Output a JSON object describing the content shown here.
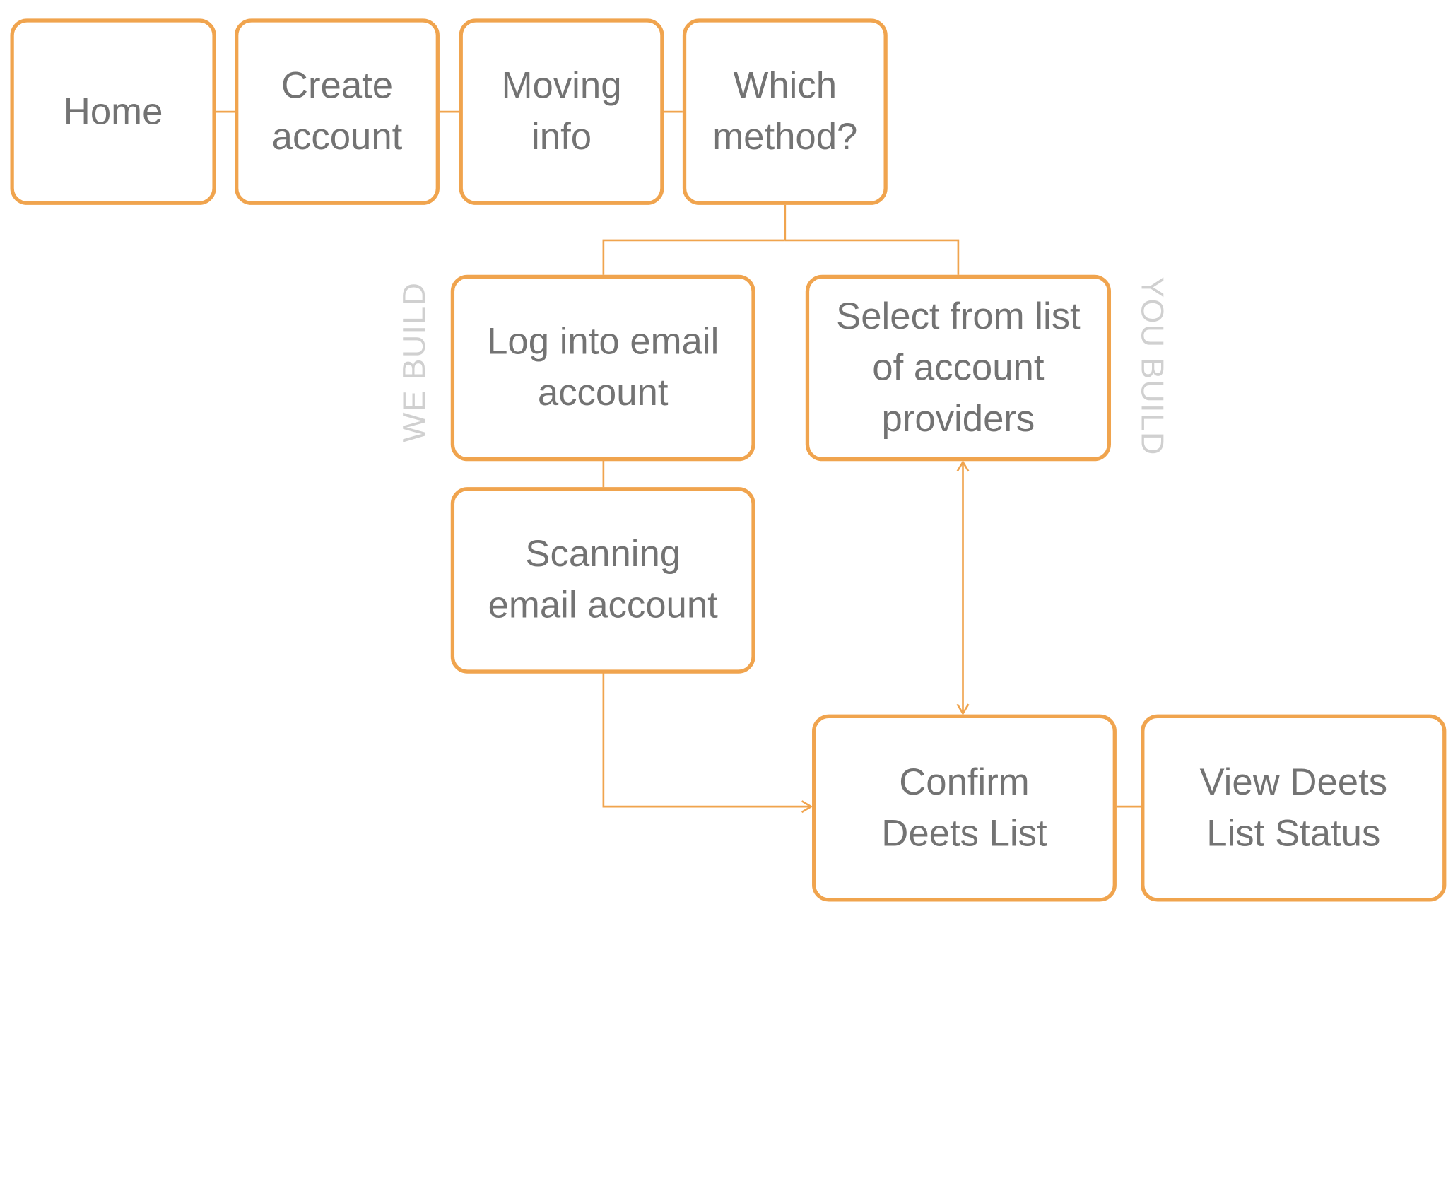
{
  "colors": {
    "accent": "#F0A44E",
    "text": "#737373",
    "side_label": "#D0D0D0",
    "background": "#FFFFFF"
  },
  "nodes": {
    "home": "Home",
    "create_account": "Create\naccount",
    "moving_info": "Moving\ninfo",
    "which_method": "Which\nmethod?",
    "log_into_email": "Log into email\naccount",
    "select_from_list": "Select from list\nof account\nproviders",
    "scanning_email": "Scanning\nemail account",
    "confirm_deets": "Confirm\nDeets List",
    "view_deets_status": "View Deets\nList Status"
  },
  "labels": {
    "we_build": "WE BUILD",
    "you_build": "YOU BUILD"
  }
}
